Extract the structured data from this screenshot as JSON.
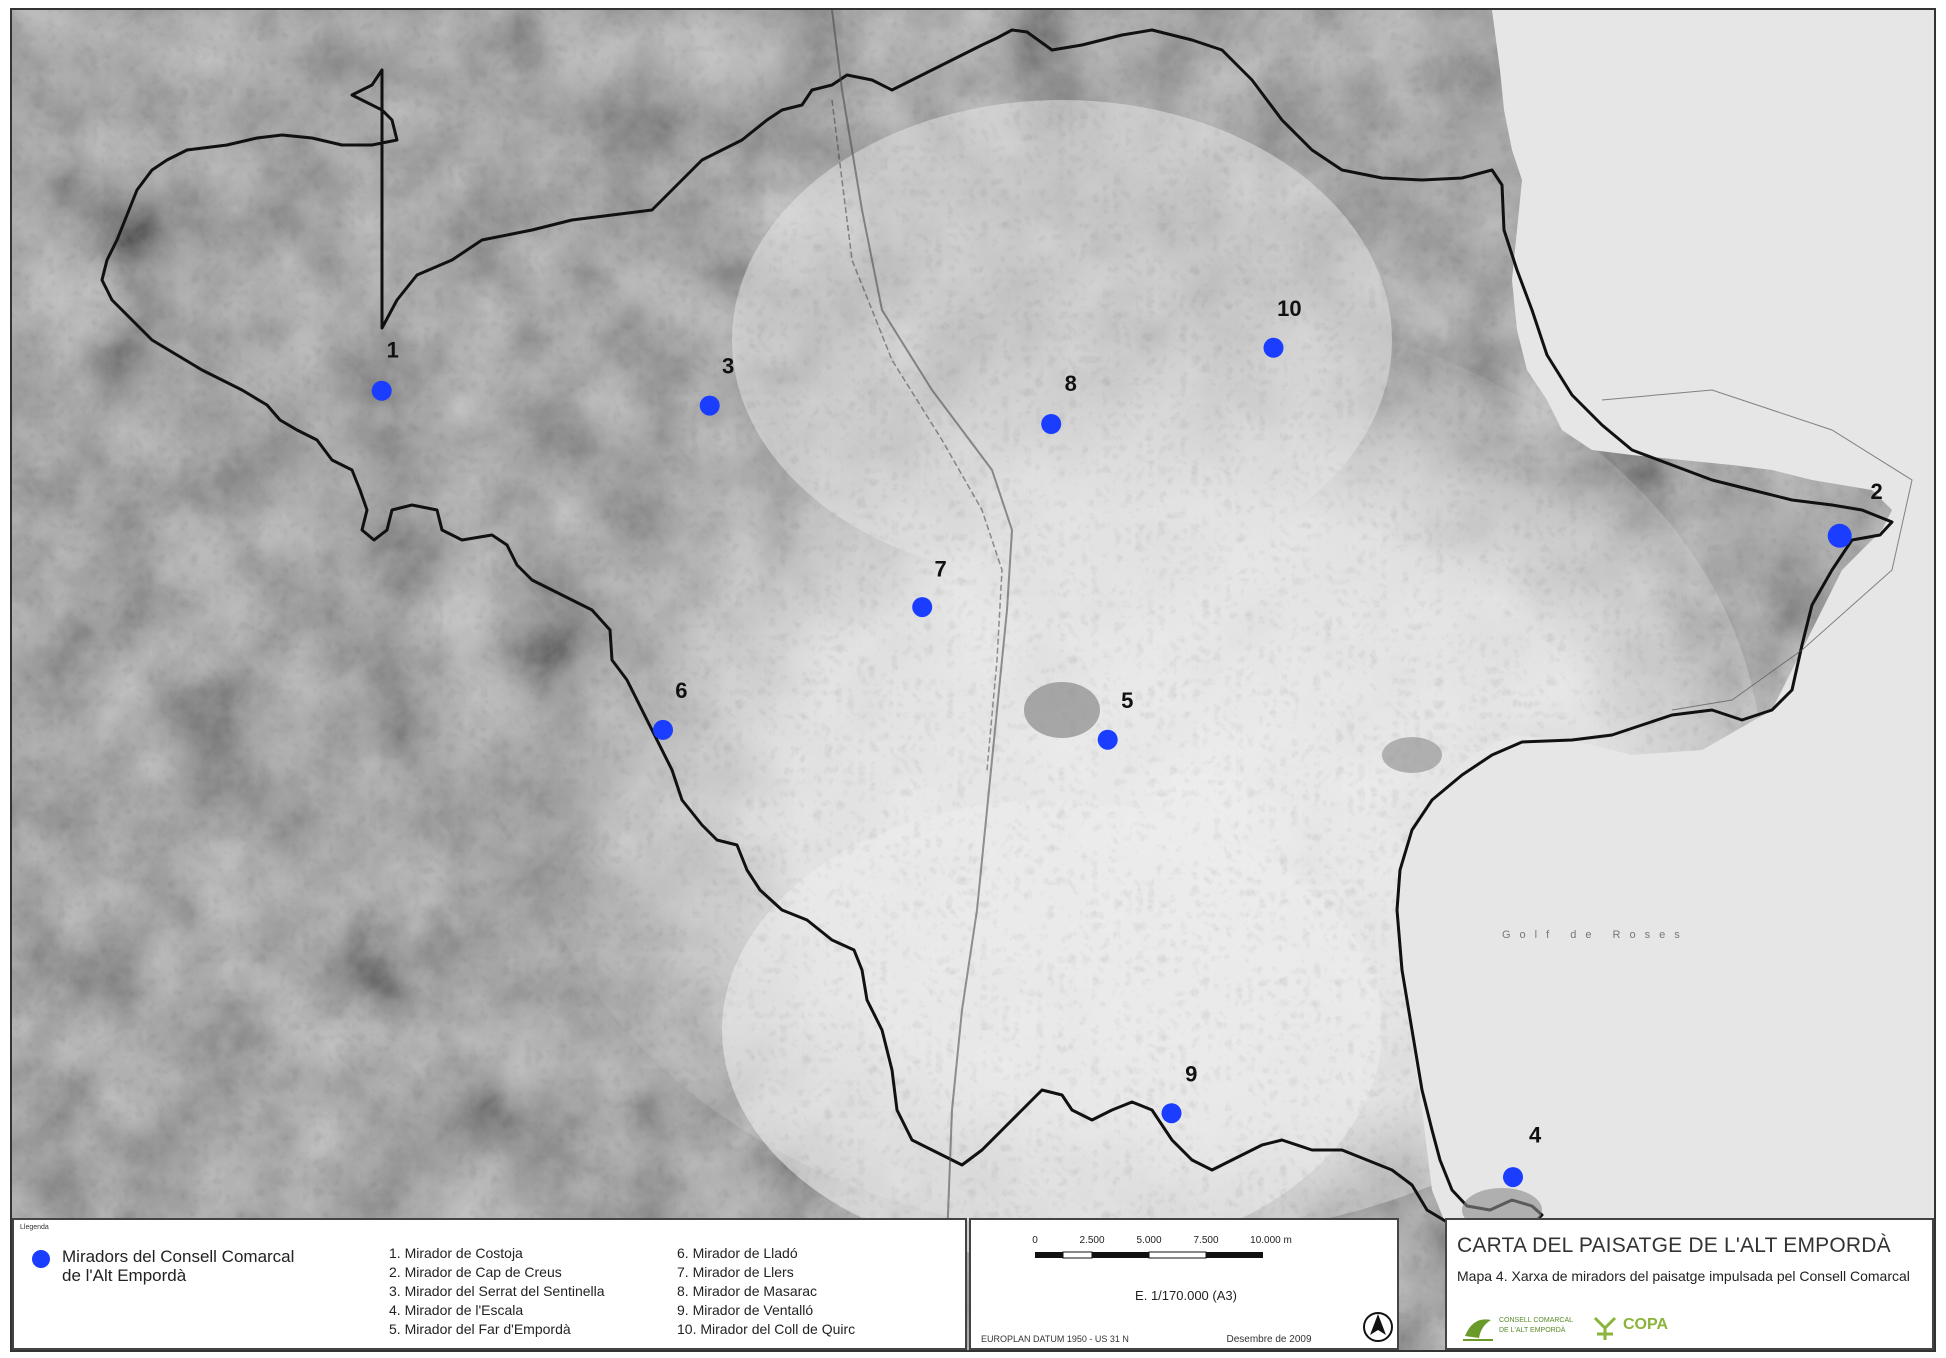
{
  "points": [
    {
      "id": "1",
      "label": "1"
    },
    {
      "id": "2",
      "label": "2"
    },
    {
      "id": "3",
      "label": "3"
    },
    {
      "id": "4",
      "label": "4"
    },
    {
      "id": "5",
      "label": "5"
    },
    {
      "id": "6",
      "label": "6"
    },
    {
      "id": "7",
      "label": "7"
    },
    {
      "id": "8",
      "label": "8"
    },
    {
      "id": "9",
      "label": "9"
    },
    {
      "id": "10",
      "label": "10"
    }
  ],
  "sea_label": "Golf de Roses",
  "legend": {
    "heading": "Llegenda",
    "symbol_label_line1": "Miradors del Consell Comarcal",
    "symbol_label_line2": "de l'Alt Empordà",
    "col1": [
      "1. Mirador de Costoja",
      "2. Mirador de Cap de Creus",
      "3. Mirador del Serrat del Sentinella",
      "4. Mirador de l'Escala",
      "5. Mirador del Far d'Empordà"
    ],
    "col2": [
      "6. Mirador de Lladó",
      "7. Mirador de Llers",
      "8. Mirador de Masarac",
      "9. Mirador de Ventalló",
      "10. Mirador del Coll de Quirc"
    ]
  },
  "scale": {
    "ticks": [
      "0",
      "2.500",
      "5.000",
      "7.500",
      "10.000 m"
    ],
    "ratio": "E. 1/170.000 (A3)",
    "projection": "EUROPLAN DATUM 1950 - US 31 N",
    "date": "Desembre de 2009"
  },
  "title_block": {
    "title": "CARTA DEL PAISATGE DE L'ALT EMPORDÀ",
    "subtitle": "Mapa 4. Xarxa de miradors del paisatge impulsada pel Consell Comarcal",
    "logo1": "CONSELL COMARCAL DE L'ALT EMPORDÀ",
    "logo2": "COPA"
  },
  "colors": {
    "point": "#1a3dff",
    "boundary": "#111111",
    "sea": "#e6e6e6"
  }
}
